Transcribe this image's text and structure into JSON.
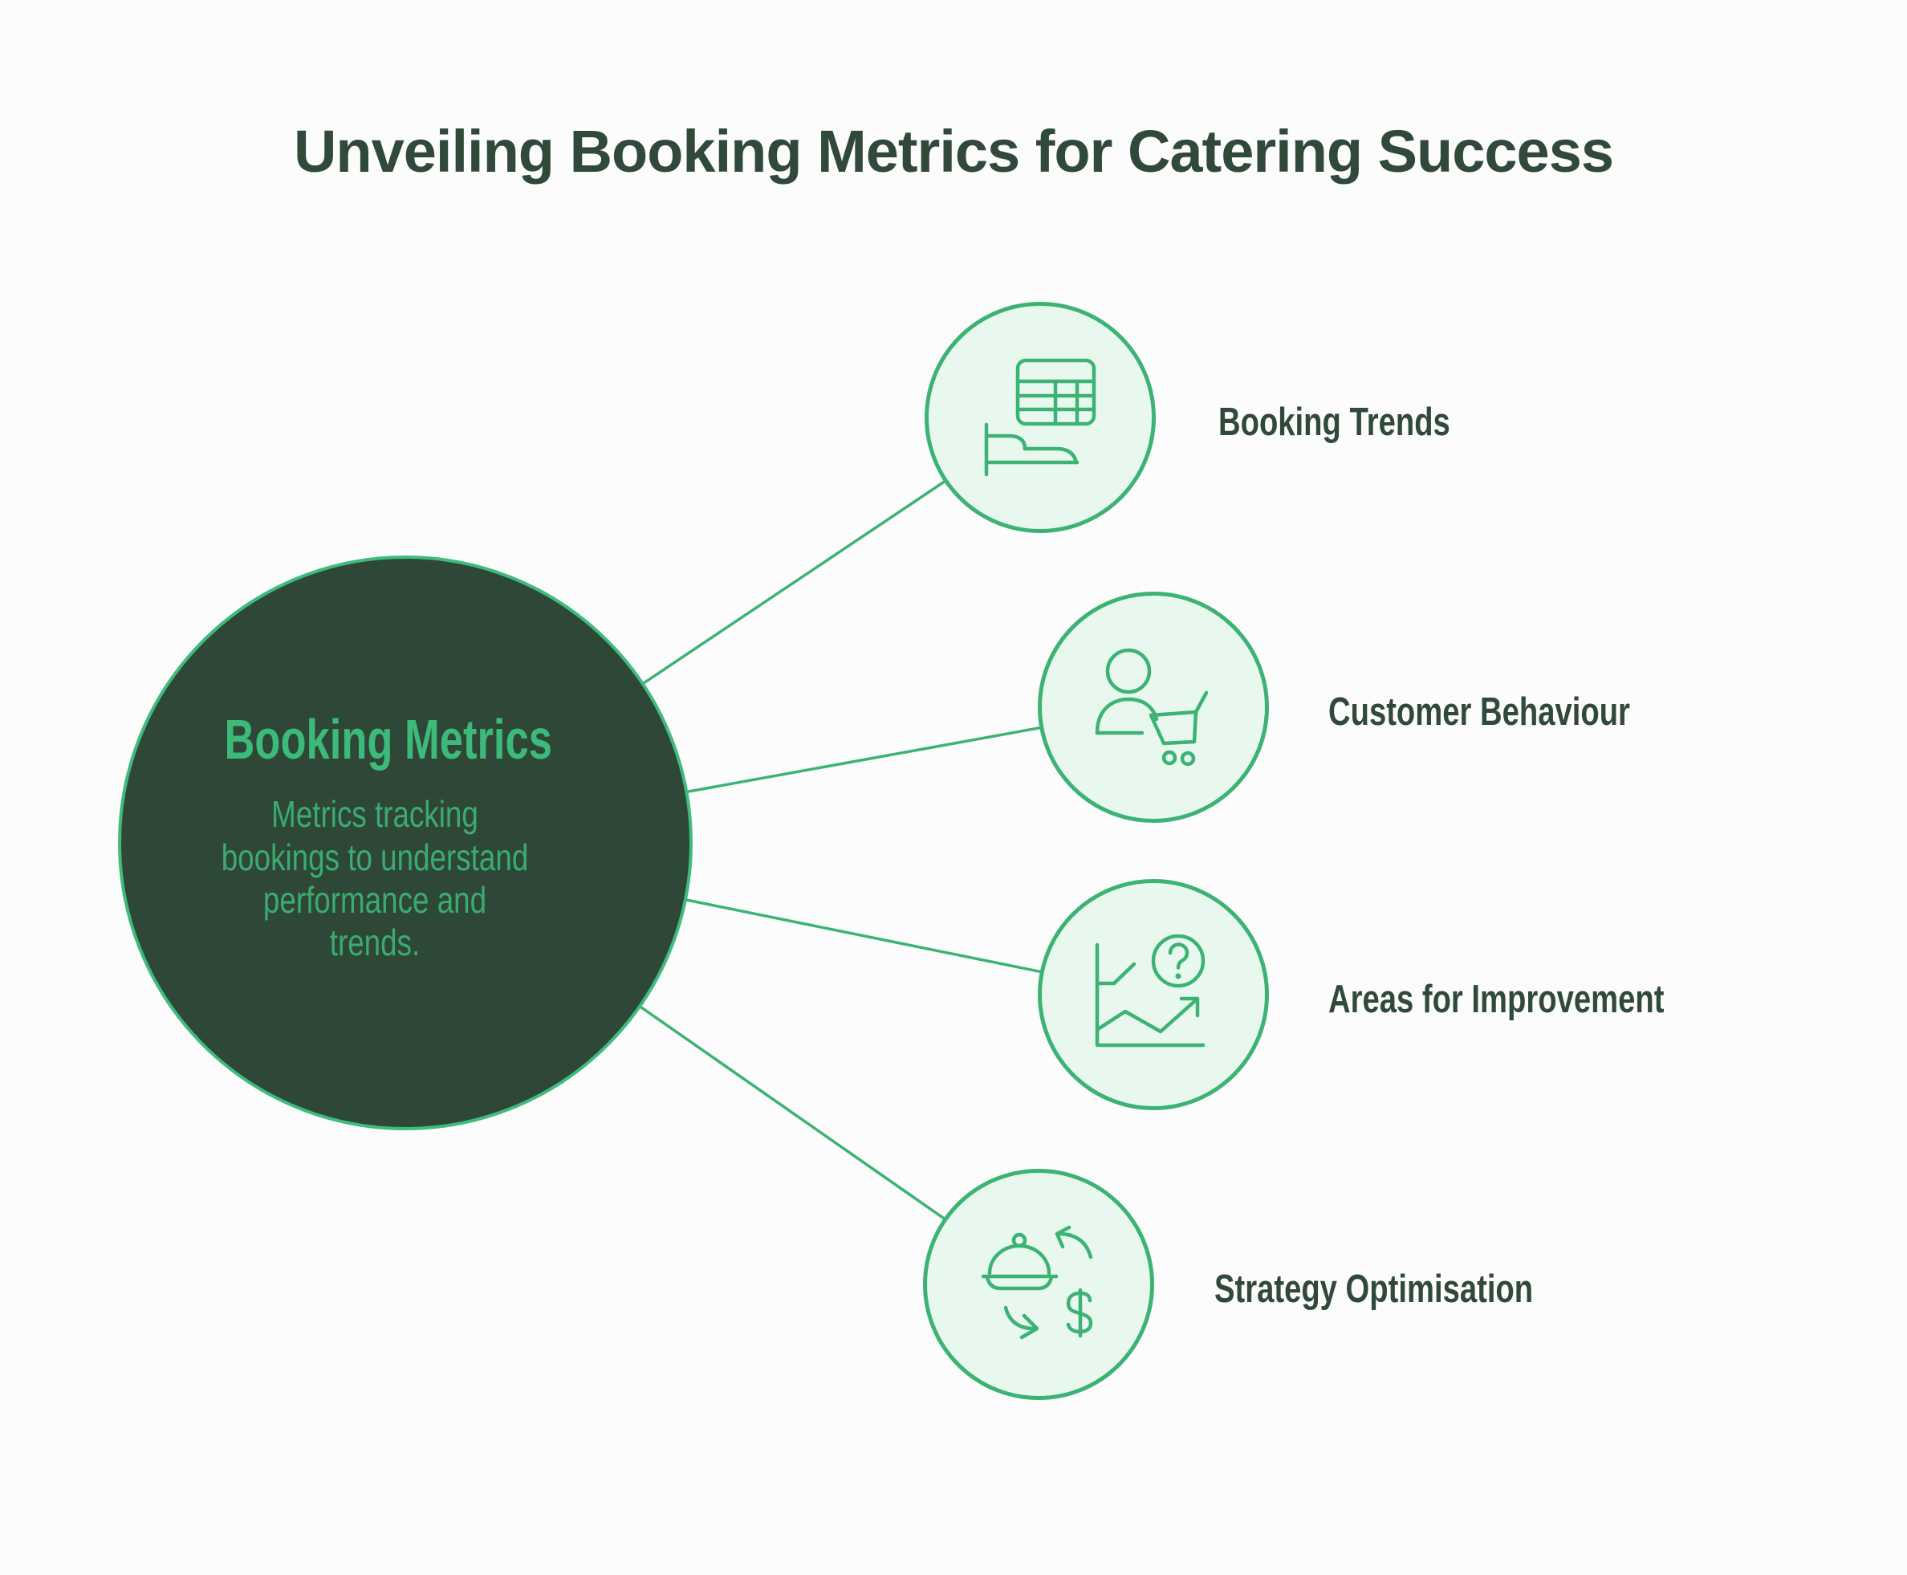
{
  "title": "Unveiling Booking Metrics for Catering Success",
  "center": {
    "heading": "Booking Metrics",
    "description": "Metrics tracking\nbookings to understand\nperformance and\ntrends."
  },
  "nodes": [
    {
      "label": "Booking Trends",
      "icon": "booking-table-bed-icon"
    },
    {
      "label": "Customer Behaviour",
      "icon": "customer-cart-icon"
    },
    {
      "label": "Areas for Improvement",
      "icon": "chart-question-icon"
    },
    {
      "label": "Strategy Optimisation",
      "icon": "catering-exchange-dollar-icon"
    }
  ],
  "colors": {
    "background": "#fcfcfc",
    "title_text": "#31493b",
    "center_fill": "#2f4736",
    "center_border": "#3fbc7d",
    "center_heading": "#3cba79",
    "center_description": "#3aac72",
    "node_fill": "#e8f8ef",
    "node_border": "#3cb374",
    "connector": "#3cb374",
    "label_text": "#31493b"
  }
}
